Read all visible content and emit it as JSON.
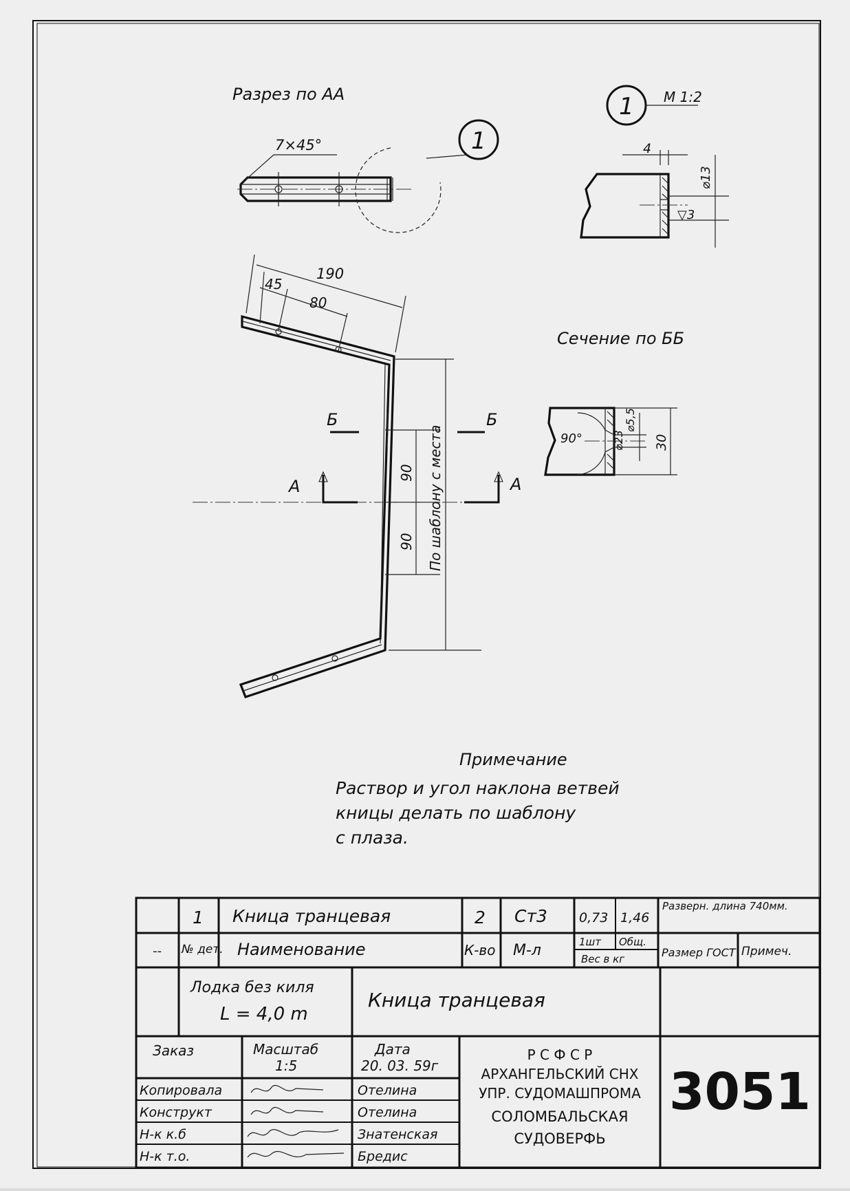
{
  "drawing": {
    "section_aa_title": "Разрез по АА",
    "chamfer_label": "7×45°",
    "detail_callout": "1",
    "detail_title_number": "1",
    "detail_scale": "М 1:2",
    "detail_dims": {
      "width": "4",
      "hole_dia": "⌀13",
      "depth": "▽3"
    },
    "knee_dims": {
      "overall": "190",
      "first": "45",
      "second": "80",
      "upper": "90",
      "lower": "90",
      "template": "По шаблону с места"
    },
    "section_marks": {
      "b_left": "Б",
      "b_right": "Б",
      "a_left": "А",
      "a_right": "А"
    },
    "section_bb_title": "Сечение по ББ",
    "section_bb_dims": {
      "angle": "90°",
      "countersink": "⌀23",
      "hole": "⌀5,5",
      "height": "30"
    }
  },
  "note": {
    "heading": "Примечание",
    "lines": [
      "Раствор и угол наклона ветвей",
      "кницы делать по шаблону",
      "с плаза."
    ]
  },
  "title_block": {
    "bom_row": {
      "marker": "",
      "num": "1",
      "name": "Кница транцевая",
      "qty": "2",
      "material": "Ст3",
      "weight_unit": "0,73",
      "weight_total": "1,46",
      "note": "Разверн. длина 740мм."
    },
    "header_row": {
      "marker": "--",
      "num": "№ дет.",
      "name": "Наименование",
      "qty": "К-во",
      "material": "М-л",
      "unit_label": "1шт",
      "total_label": "Общ.",
      "weight_label": "Вес в кг",
      "size_label": "Размер ГОСТ",
      "note_label": "Примеч."
    },
    "boat": {
      "line1": "Лодка без киля",
      "line2": "L = 4,0 m"
    },
    "title": "Кница транцевая",
    "order_label": "Заказ",
    "scale_label": "Масштаб",
    "scale_value": "1:5",
    "date_label": "Дата",
    "date_value": "20. 03. 59г",
    "signatures": [
      {
        "role": "Копировала",
        "name": "Отелина"
      },
      {
        "role": "Конструкт",
        "name": "Отелина"
      },
      {
        "role": "Н-к к.б",
        "name": "Знатенская"
      },
      {
        "role": "Н-к т.о.",
        "name": "Бредис"
      }
    ],
    "org": [
      "Р С Ф С Р",
      "АРХАНГЕЛЬСКИЙ СНХ",
      "УПР. СУДОМАШПРОМА",
      "СОЛОМБАЛЬСКАЯ",
      "СУДОВЕРФЬ"
    ],
    "drawing_number": "3051"
  },
  "colors": {
    "paper": "#efefef",
    "ink": "#111111"
  }
}
